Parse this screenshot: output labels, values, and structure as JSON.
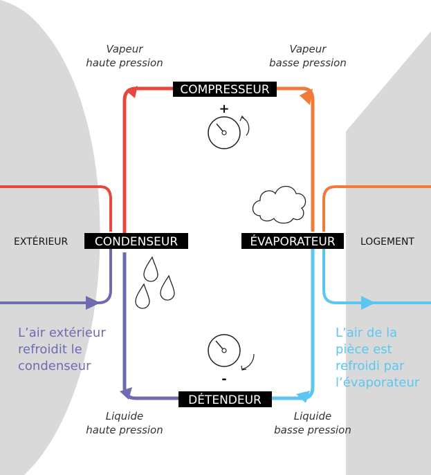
{
  "labels": {
    "compresseur": "COMPRESSEUR",
    "condenseur": "CONDENSEUR",
    "evaporateur": "ÉVAPORATEUR",
    "detendeur": "DÉTENDEUR",
    "exterieur": "EXTÉRIEUR",
    "logement": "LOGEMENT"
  },
  "states": {
    "vapeur_hp": [
      "Vapeur",
      "haute pression"
    ],
    "vapeur_bp": [
      "Vapeur",
      "basse pression"
    ],
    "liquide_hp": [
      "Liquide",
      "haute pression"
    ],
    "liquide_bp": [
      "Liquide",
      "basse pression"
    ]
  },
  "signs": {
    "plus": "+",
    "minus": "-"
  },
  "air_notes": {
    "exterieur": [
      "L’air extérieur",
      "refroidit le",
      "condenseur"
    ],
    "piece": [
      "L’air de la",
      "pièce est",
      "refroidi par",
      "l’évaporateur"
    ]
  },
  "colors": {
    "hot_red": "#e8453c",
    "orange": "#f07a3a",
    "purple": "#6f6bb0",
    "cyan": "#5bc6ef",
    "grey": "#d9d9da",
    "label_bg": "#000000"
  }
}
